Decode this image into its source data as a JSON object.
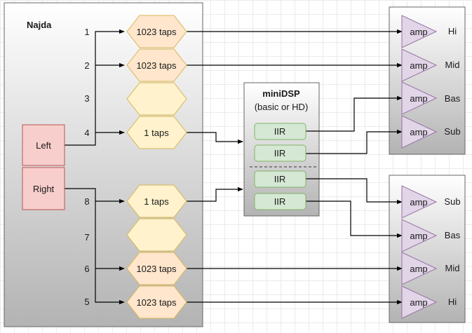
{
  "najda": {
    "title": "Najda",
    "inputs": [
      "Left",
      "Right"
    ],
    "channels": [
      {
        "num": "1",
        "taps": "1023 taps"
      },
      {
        "num": "2",
        "taps": "1023 taps"
      },
      {
        "num": "3",
        "taps": ""
      },
      {
        "num": "4",
        "taps": "1 taps"
      },
      {
        "num": "8",
        "taps": "1 taps"
      },
      {
        "num": "7",
        "taps": ""
      },
      {
        "num": "6",
        "taps": "1023 taps"
      },
      {
        "num": "5",
        "taps": "1023 taps"
      }
    ]
  },
  "minidsp": {
    "title": "miniDSP",
    "subtitle": "(basic or HD)",
    "filters": [
      "IIR",
      "IIR",
      "IIR",
      "IIR"
    ]
  },
  "amps": {
    "top": [
      {
        "label": "amp",
        "band": "Hi"
      },
      {
        "label": "amp",
        "band": "Mid"
      },
      {
        "label": "amp",
        "band": "Bas"
      },
      {
        "label": "amp",
        "band": "Sub"
      }
    ],
    "bottom": [
      {
        "label": "amp",
        "band": "Sub"
      },
      {
        "label": "amp",
        "band": "Bas"
      },
      {
        "label": "amp",
        "band": "Mid"
      },
      {
        "label": "amp",
        "band": "Hi"
      }
    ]
  },
  "colors": {
    "input_fill": "#f8cecc",
    "input_stroke": "#b85450",
    "hex_orange": "#ffe6cc",
    "hex_yellow": "#fff2cc",
    "hex_stroke": "#d6b656",
    "iir_fill": "#d5e8d4",
    "iir_stroke": "#82b366",
    "amp_fill": "#e1d5e7",
    "amp_stroke": "#9673a6"
  }
}
